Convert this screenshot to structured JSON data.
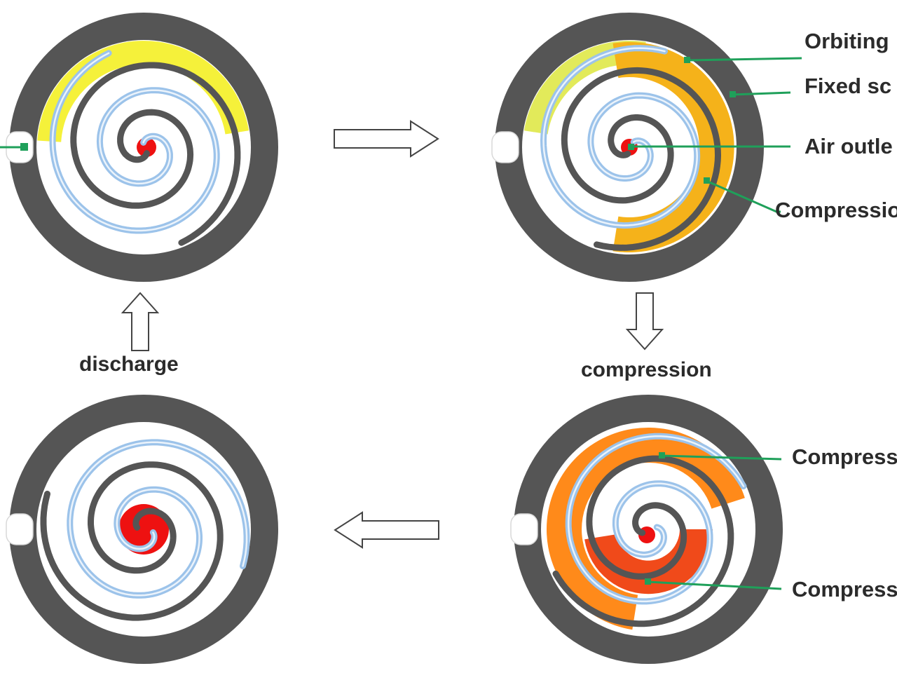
{
  "stages": {
    "discharge": "discharge",
    "compression": "compression"
  },
  "callouts": {
    "orbiting": "Orbiting",
    "fixed": "Fixed sc",
    "air_outlet": "Air outle",
    "compression_top": "Compressio",
    "compress_1": "Compress",
    "compress_2": "Compress"
  },
  "icons": {
    "arrow_right": "arrow-right-icon",
    "arrow_down": "arrow-down-icon",
    "arrow_left": "arrow-left-icon",
    "arrow_up": "arrow-up-icon"
  },
  "colors": {
    "casing": "#555555",
    "fixed_scroll": "#555555",
    "orbiting_scroll": "#9cc3ea",
    "suction_pocket": "#f5f13a",
    "compression_pocket": "#f5b21a",
    "compress_outer": "#ff8a1a",
    "compress_inner": "#f04a1a",
    "discharge_pocket": "#ee1111",
    "leader_line": "#1fa05a",
    "text": "#2b2b2b"
  }
}
